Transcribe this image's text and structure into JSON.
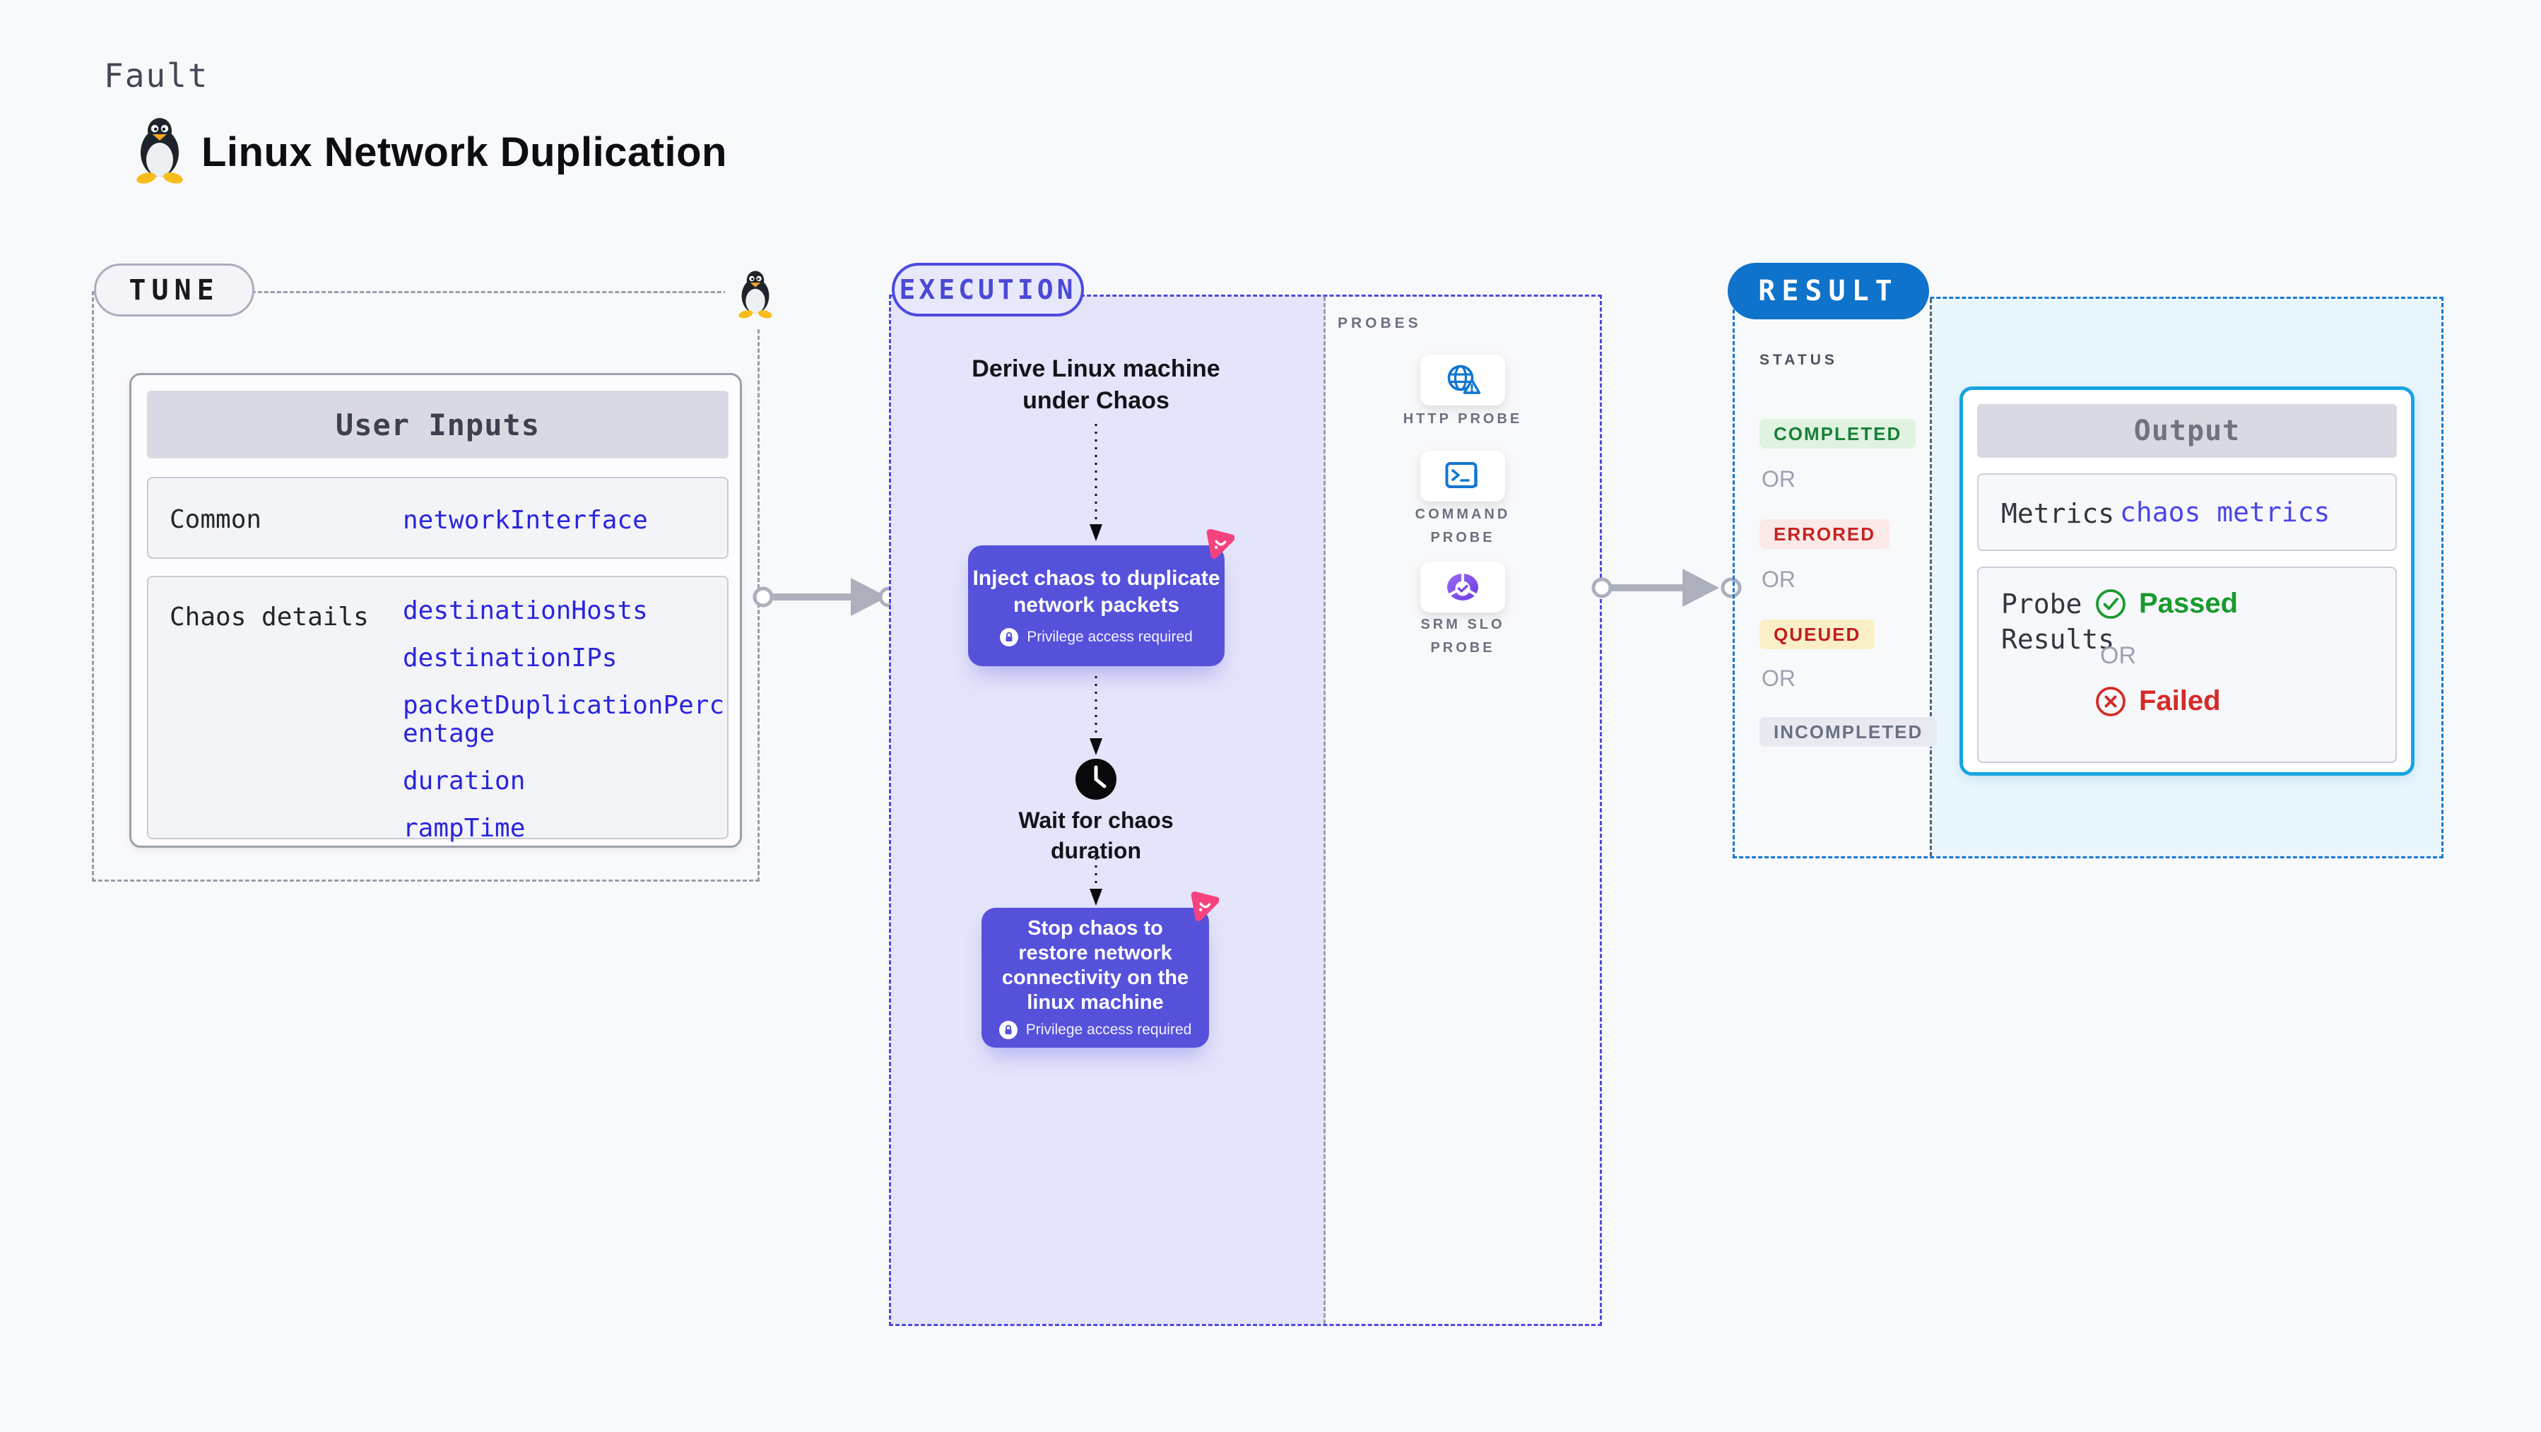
{
  "header": {
    "fault_label": "Fault",
    "title": "Linux Network Duplication"
  },
  "tune": {
    "pill_label": "TUNE",
    "inputs_header": "User Inputs",
    "rows": [
      {
        "label": "Common",
        "values": [
          "networkInterface"
        ]
      },
      {
        "label": "Chaos details",
        "values": [
          "destinationHosts",
          "destinationIPs",
          "packetDuplicationPercentage",
          "duration",
          "rampTime"
        ]
      }
    ]
  },
  "execution": {
    "pill_label": "EXECUTION",
    "step_derive": "Derive Linux machine\nunder Chaos",
    "inject_box": {
      "title": "Inject chaos to duplicate\nnetwork packets",
      "note": "Privilege access required"
    },
    "step_wait": "Wait for chaos\nduration",
    "stop_box": {
      "title": "Stop chaos to\nrestore network\nconnectivity on the\nlinux machine",
      "note": "Privilege access required"
    }
  },
  "probes": {
    "header": "PROBES",
    "items": [
      {
        "label": "HTTP PROBE",
        "icon": "globe-warning-icon"
      },
      {
        "label": "COMMAND\nPROBE",
        "icon": "terminal-icon"
      },
      {
        "label": "SRM SLO\nPROBE",
        "icon": "slo-donut-check-icon"
      }
    ]
  },
  "result": {
    "pill_label": "RESULT",
    "status_header": "STATUS",
    "or_label": "OR",
    "statuses": [
      {
        "label": "COMPLETED",
        "type": "success"
      },
      {
        "label": "ERRORED",
        "type": "error"
      },
      {
        "label": "QUEUED",
        "type": "warning"
      },
      {
        "label": "INCOMPLETED",
        "type": "neutral"
      }
    ],
    "output": {
      "header": "Output",
      "metrics_label": "Metrics",
      "metrics_value": "chaos metrics",
      "probe_results_label": "Probe\nResults",
      "passed_label": "Passed",
      "or_label": "OR",
      "failed_label": "Failed"
    }
  },
  "colors": {
    "page_bg": "#F8F9FB",
    "tune_dash": "#979DA8",
    "execution_accent": "#4D4ADF",
    "execution_flow_bg": "#E4E4FA",
    "chaos_box_bg": "#5551DB",
    "chaos_badge_pink": "#F6437E",
    "probe_icon_blue": "#1077D0",
    "result_pill_blue": "#0F72CB",
    "output_border_cyan": "#16A5E0",
    "param_link_blue": "#2A25DD",
    "metrics_link_indigo": "#4B46E8",
    "passed_green": "#189A2E",
    "failed_red": "#D42B27",
    "completed_green": "#188038",
    "errored_red": "#C5221F"
  }
}
